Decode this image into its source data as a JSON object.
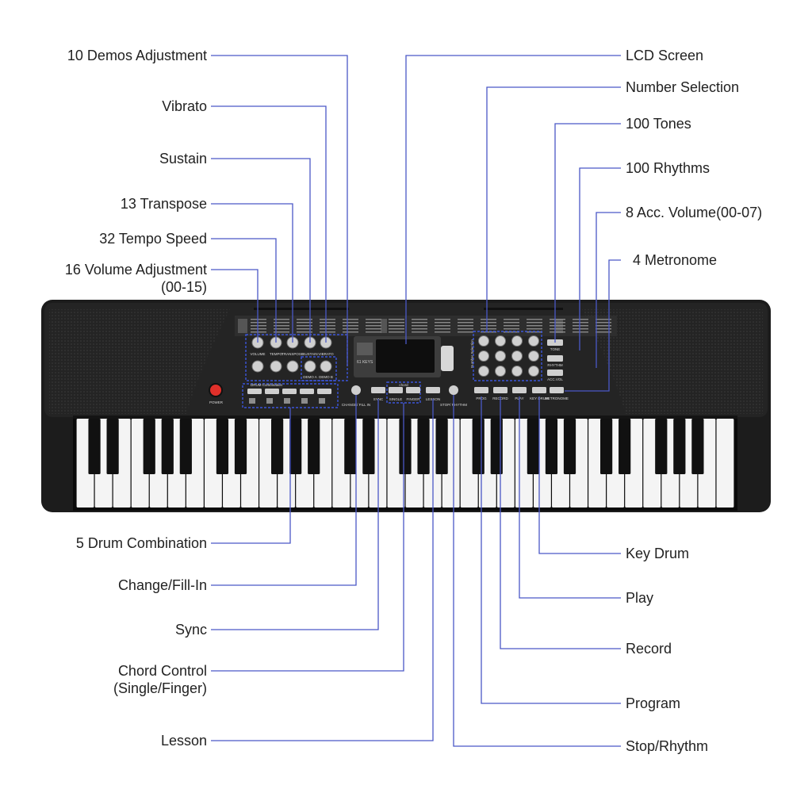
{
  "left_callouts": [
    {
      "id": "demos",
      "text": "10 Demos Adjustment"
    },
    {
      "id": "vibrato",
      "text": "Vibrato"
    },
    {
      "id": "sustain",
      "text": "Sustain"
    },
    {
      "id": "transpose",
      "text": "13 Transpose"
    },
    {
      "id": "tempo",
      "text": "32 Tempo Speed"
    },
    {
      "id": "volume",
      "text": "16 Volume Adjustment\n(00-15)"
    },
    {
      "id": "drum-combo",
      "text": "5 Drum Combination"
    },
    {
      "id": "change-fill",
      "text": "Change/Fill-In"
    },
    {
      "id": "sync",
      "text": "Sync"
    },
    {
      "id": "chord",
      "text": "Chord Control\n(Single/Finger)"
    },
    {
      "id": "lesson",
      "text": "Lesson"
    }
  ],
  "right_callouts": [
    {
      "id": "lcd",
      "text": "LCD Screen"
    },
    {
      "id": "number-sel",
      "text": "Number Selection"
    },
    {
      "id": "tones",
      "text": "100 Tones"
    },
    {
      "id": "rhythms",
      "text": "100 Rhythms"
    },
    {
      "id": "acc-vol",
      "text": "8 Acc. Volume(00-07)"
    },
    {
      "id": "metronome",
      "text": "4 Metronome"
    },
    {
      "id": "key-drum",
      "text": "Key Drum"
    },
    {
      "id": "play",
      "text": "Play"
    },
    {
      "id": "record",
      "text": "Record"
    },
    {
      "id": "program",
      "text": "Program"
    },
    {
      "id": "stop-rhythm",
      "text": "Stop/Rhythm"
    }
  ],
  "panel_labels": {
    "power": "POWER",
    "volume": "VOLUME",
    "tempo": "TEMPO",
    "transpose": "TRANSPOSE",
    "sustain": "SUSTAIN",
    "vibrato": "VIBRATO",
    "demo_a": "DEMO A",
    "demo_b": "DEMO B",
    "drum_group": "DRUM Combination",
    "change_fill": "CHANGE/ FILL IN",
    "sync": "SYNC",
    "chord": "chord",
    "single": "SINGLE",
    "finger": "FINGER",
    "lesson": "LESSON",
    "stop_rhythm": "STOP/ RHYTHM",
    "prog": "PROG",
    "record": "RECORD",
    "play": "PLAY",
    "key_drum": "KEY DRUM",
    "metronome": "METRONOME",
    "tone": "TONE",
    "rhythm": "RHYTHM",
    "acc_vol": "ACC.VOL",
    "number_selection": "Number Selection",
    "keys_badge": "61 KEYS"
  },
  "colors": {
    "leader_line": "#4a58c6",
    "keyboard_body": "#1c1c1c",
    "power_button": "#e0302a",
    "highlight_box": "#3b55d9"
  }
}
